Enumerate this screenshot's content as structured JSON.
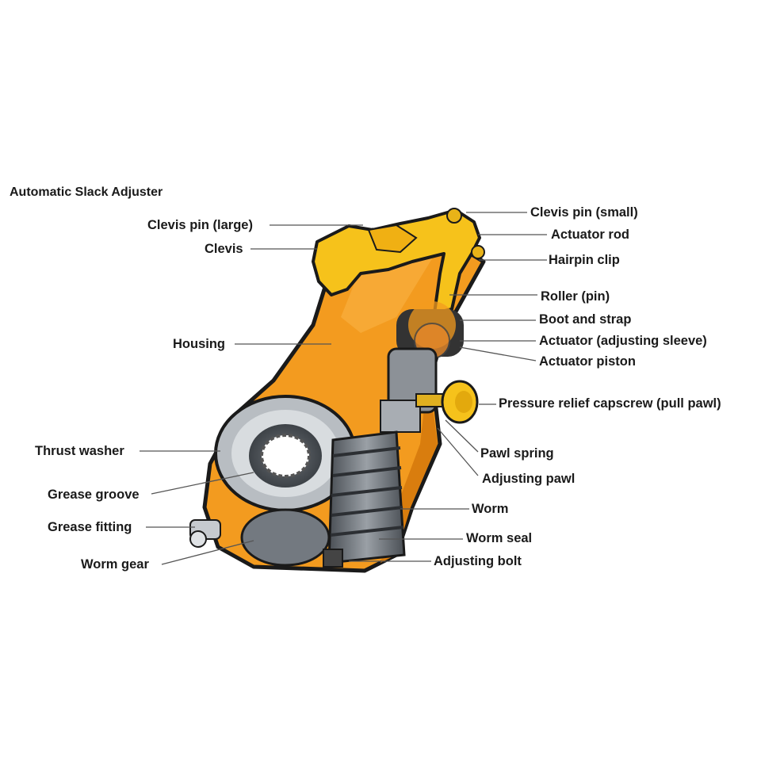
{
  "title": "Automatic Slack Adjuster",
  "labels": {
    "clevis_pin_large": "Clevis pin (large)",
    "clevis": "Clevis",
    "housing": "Housing",
    "thrust_washer": "Thrust washer",
    "grease_groove": "Grease groove",
    "grease_fitting": "Grease fitting",
    "worm_gear": "Worm gear",
    "clevis_pin_small": "Clevis pin (small)",
    "actuator_rod": "Actuator rod",
    "hairpin_clip": "Hairpin clip",
    "roller_pin": "Roller (pin)",
    "boot_and_strap": "Boot and strap",
    "actuator_adjusting_sleeve": "Actuator (adjusting sleeve)",
    "actuator_piston": "Actuator piston",
    "pressure_relief_capscrew": "Pressure relief capscrew (pull pawl)",
    "pawl_spring": "Pawl spring",
    "adjusting_pawl": "Adjusting pawl",
    "worm": "Worm",
    "worm_seal": "Worm seal",
    "adjusting_bolt": "Adjusting bolt"
  },
  "colors": {
    "housing": "#f39b1f",
    "housing_shadow": "#d97d0e",
    "clevis": "#f6c21b",
    "metal": "#9aa0a6",
    "outline": "#1a1a1a",
    "leader": "#555555"
  }
}
